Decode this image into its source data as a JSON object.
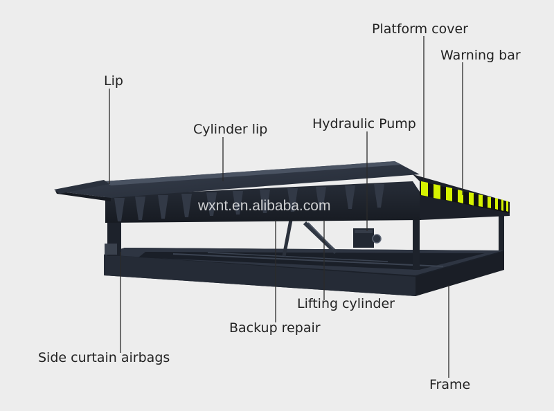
{
  "diagram": {
    "labels": {
      "platform_cover": "Platform cover",
      "warning_bar": "Warning bar",
      "lip": "Lip",
      "cylinder_lip": "Cylinder lip",
      "hydraulic_pump": "Hydraulic Pump",
      "lifting_cylinder": "Lifting cylinder",
      "backup_repair": "Backup repair",
      "side_curtain_airbags": "Side curtain airbags",
      "frame": "Frame"
    },
    "watermark": "wxnt.en.alibaba.com"
  },
  "colors": {
    "background": "#ededed",
    "steel": "#1f2530",
    "steel_light": "#2c3340",
    "leader": "#2b2b2b",
    "warning_yellow": "#d6f200",
    "warning_black": "#111111"
  }
}
